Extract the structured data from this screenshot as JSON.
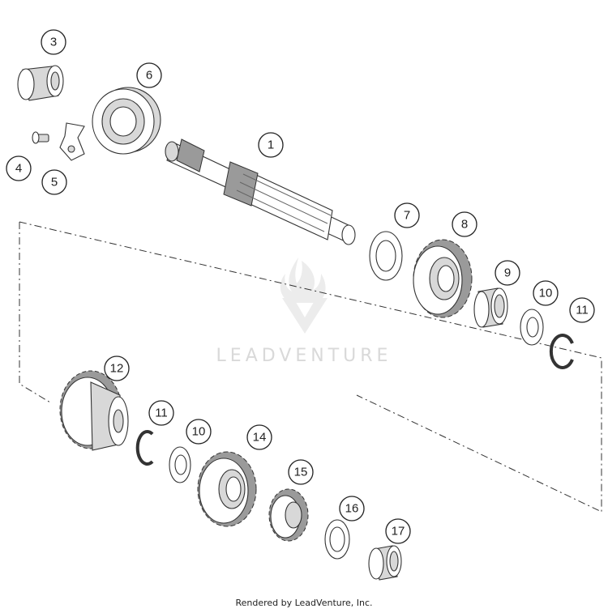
{
  "callouts": {
    "c1": "1",
    "c3": "3",
    "c4": "4",
    "c5": "5",
    "c6": "6",
    "c7": "7",
    "c8": "8",
    "c9": "9",
    "c10a": "10",
    "c11a": "11",
    "c12": "12",
    "c11b": "11",
    "c10b": "10",
    "c14": "14",
    "c15": "15",
    "c16": "16",
    "c17": "17"
  },
  "watermark": {
    "text": "LEADVENTURE"
  },
  "footer": {
    "text": "Rendered by LeadVenture, Inc."
  }
}
